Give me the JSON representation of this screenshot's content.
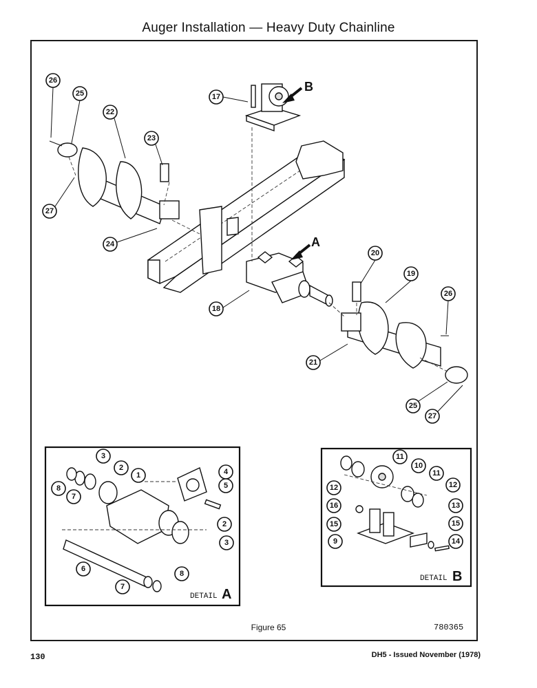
{
  "page": {
    "title": "Auger Installation — Heavy Duty Chainline",
    "figure_caption": "Figure 65",
    "figure_number": "780365",
    "page_number": "130",
    "issue_note": "DH5 - Issued November (1978)"
  },
  "views": {
    "a": "A",
    "b": "B"
  },
  "detail_a": {
    "label": "DETAIL",
    "letter": "A"
  },
  "detail_b": {
    "label": "DETAIL",
    "letter": "B"
  },
  "callouts": {
    "main": [
      "26",
      "25",
      "22",
      "23",
      "27",
      "24",
      "17",
      "18",
      "20",
      "19",
      "26",
      "21",
      "25",
      "27"
    ],
    "detail_a": [
      "3",
      "2",
      "1",
      "4",
      "8",
      "7",
      "5",
      "2",
      "3",
      "6",
      "8",
      "7"
    ],
    "detail_b": [
      "11",
      "10",
      "11",
      "12",
      "12",
      "16",
      "13",
      "15",
      "15",
      "9",
      "14"
    ]
  }
}
